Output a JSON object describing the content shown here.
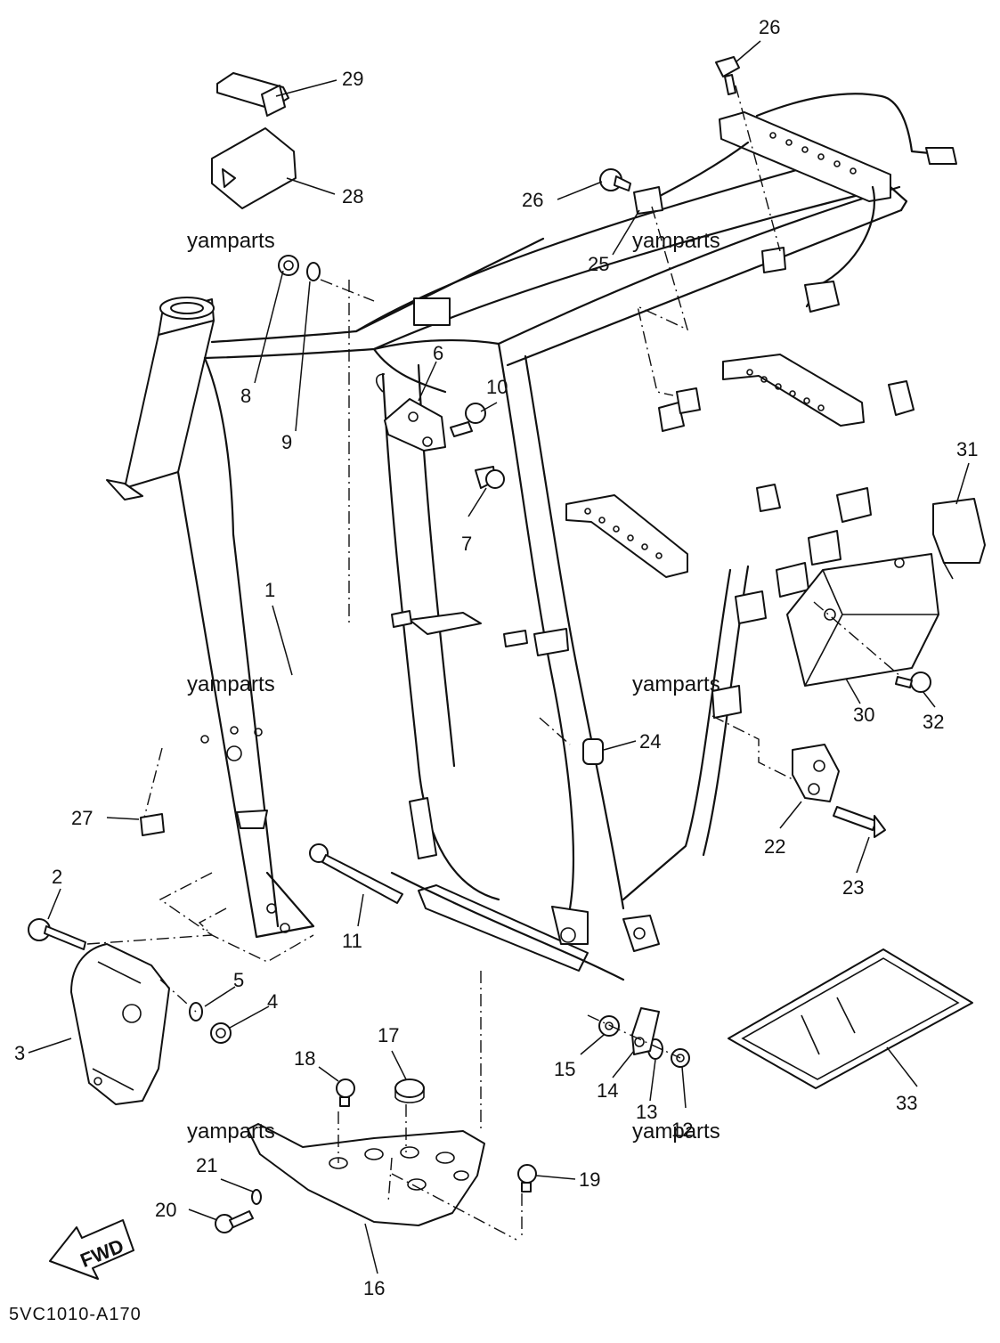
{
  "watermark": "yamparts",
  "diagram_code": "5VC1010-A170",
  "fwd_label": "FWD",
  "callouts": {
    "c1": "1",
    "c2": "2",
    "c3": "3",
    "c4": "4",
    "c5": "5",
    "c6": "6",
    "c7": "7",
    "c8": "8",
    "c9": "9",
    "c10": "10",
    "c11": "11",
    "c12": "12",
    "c13": "13",
    "c14": "14",
    "c15": "15",
    "c16": "16",
    "c17": "17",
    "c18": "18",
    "c19": "19",
    "c20": "20",
    "c21": "21",
    "c22": "22",
    "c23": "23",
    "c24": "24",
    "c25": "25",
    "c26a": "26",
    "c26b": "26",
    "c27": "27",
    "c28": "28",
    "c29": "29",
    "c30": "30",
    "c31": "31",
    "c32": "32",
    "c33": "33"
  }
}
